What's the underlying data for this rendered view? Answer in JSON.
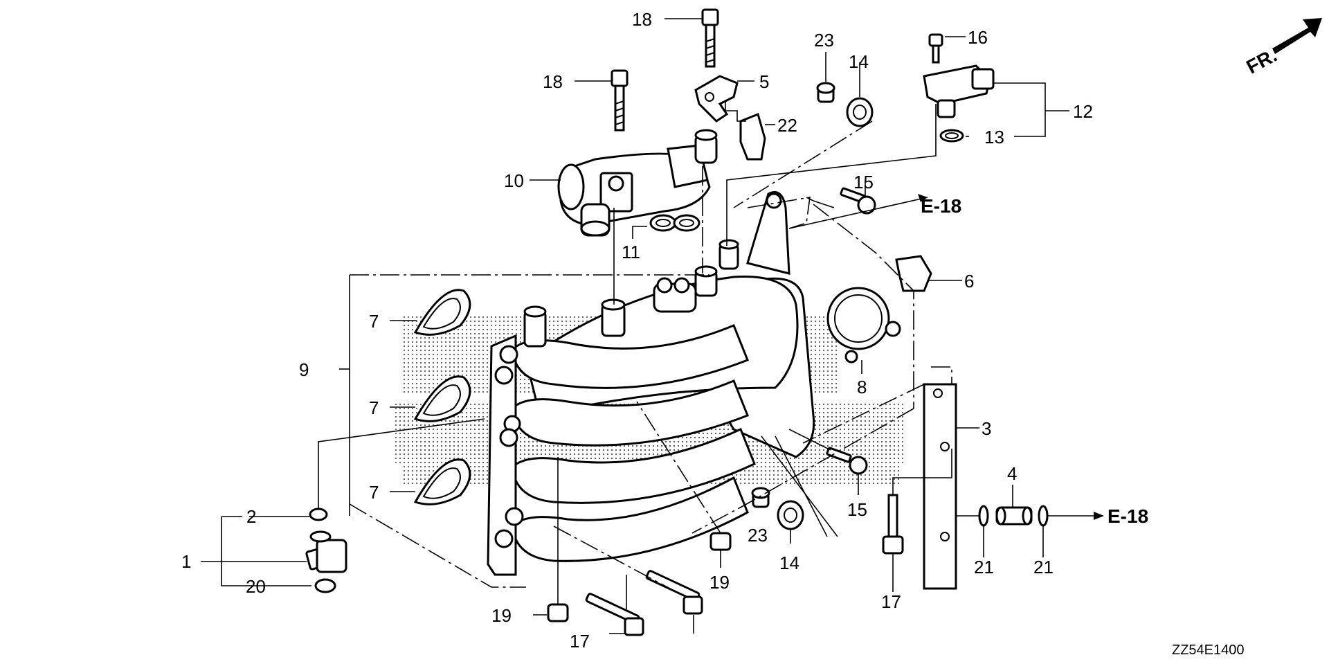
{
  "diagram": {
    "code": "ZZ54E1400",
    "front_marker": "FR.",
    "reference_label": "E-18",
    "callouts": [
      "1",
      "2",
      "3",
      "4",
      "5",
      "6",
      "7",
      "8",
      "9",
      "10",
      "11",
      "12",
      "13",
      "14",
      "15",
      "16",
      "17",
      "18",
      "19",
      "20",
      "21",
      "22",
      "23"
    ]
  }
}
